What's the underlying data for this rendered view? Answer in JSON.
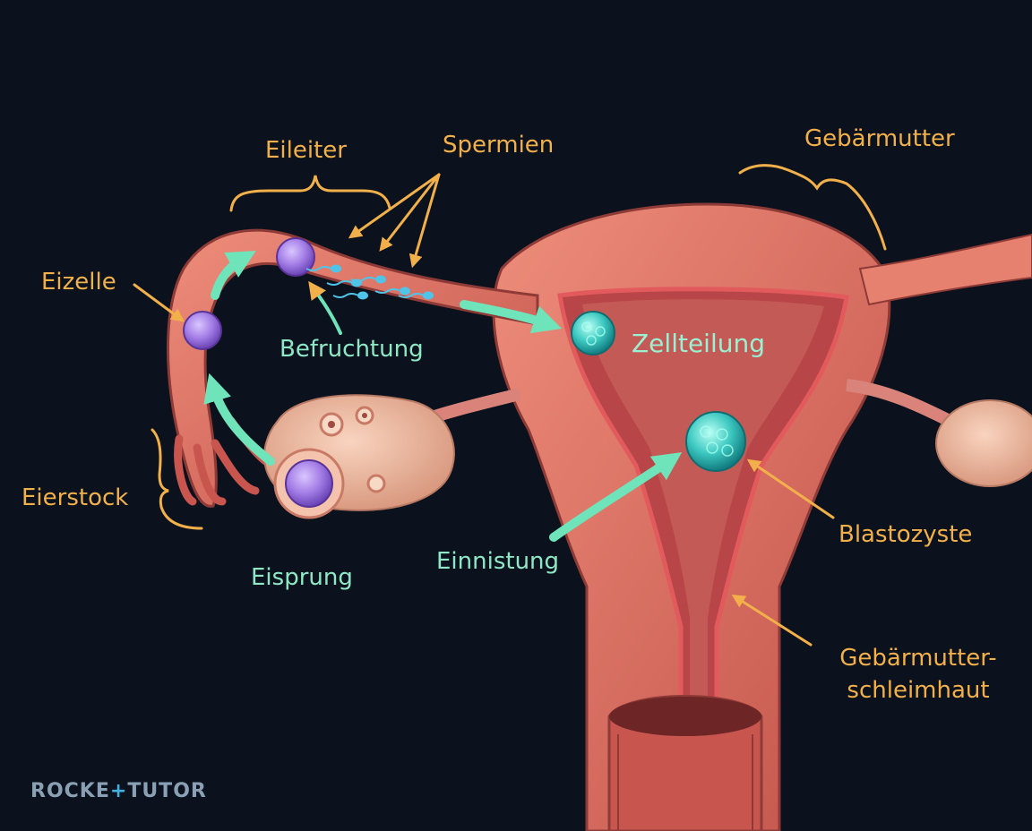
{
  "labels": {
    "eileiter": "Eileiter",
    "spermien": "Spermien",
    "gebaermutter": "Gebärmutter",
    "eizelle": "Eizelle",
    "befruchtung": "Befruchtung",
    "zellteilung": "Zellteilung",
    "eierstock": "Eierstock",
    "eisprung": "Eisprung",
    "einnistung": "Einnistung",
    "blastozyste": "Blastozyste",
    "schleimhaut_line1": "Gebärmutter-",
    "schleimhaut_line2": "schleimhaut"
  },
  "logo": {
    "part1": "ROCKE",
    "mark": "+",
    "part2": "TUTOR"
  },
  "colors": {
    "background": "#0b121d",
    "label_orange": "#f2b04a",
    "label_teal": "#8ee8c6",
    "arrow_teal": "#6fe3b9",
    "tissue": "#d9695c",
    "tissue_light": "#ef9a86",
    "ovary": "#f0b9a0",
    "egg": "#a07ae0",
    "blastocyst": "#3cc8c0"
  },
  "icons": [
    "egg-cell-icon",
    "sperm-icon",
    "blastocyst-icon",
    "follicle-icon"
  ]
}
